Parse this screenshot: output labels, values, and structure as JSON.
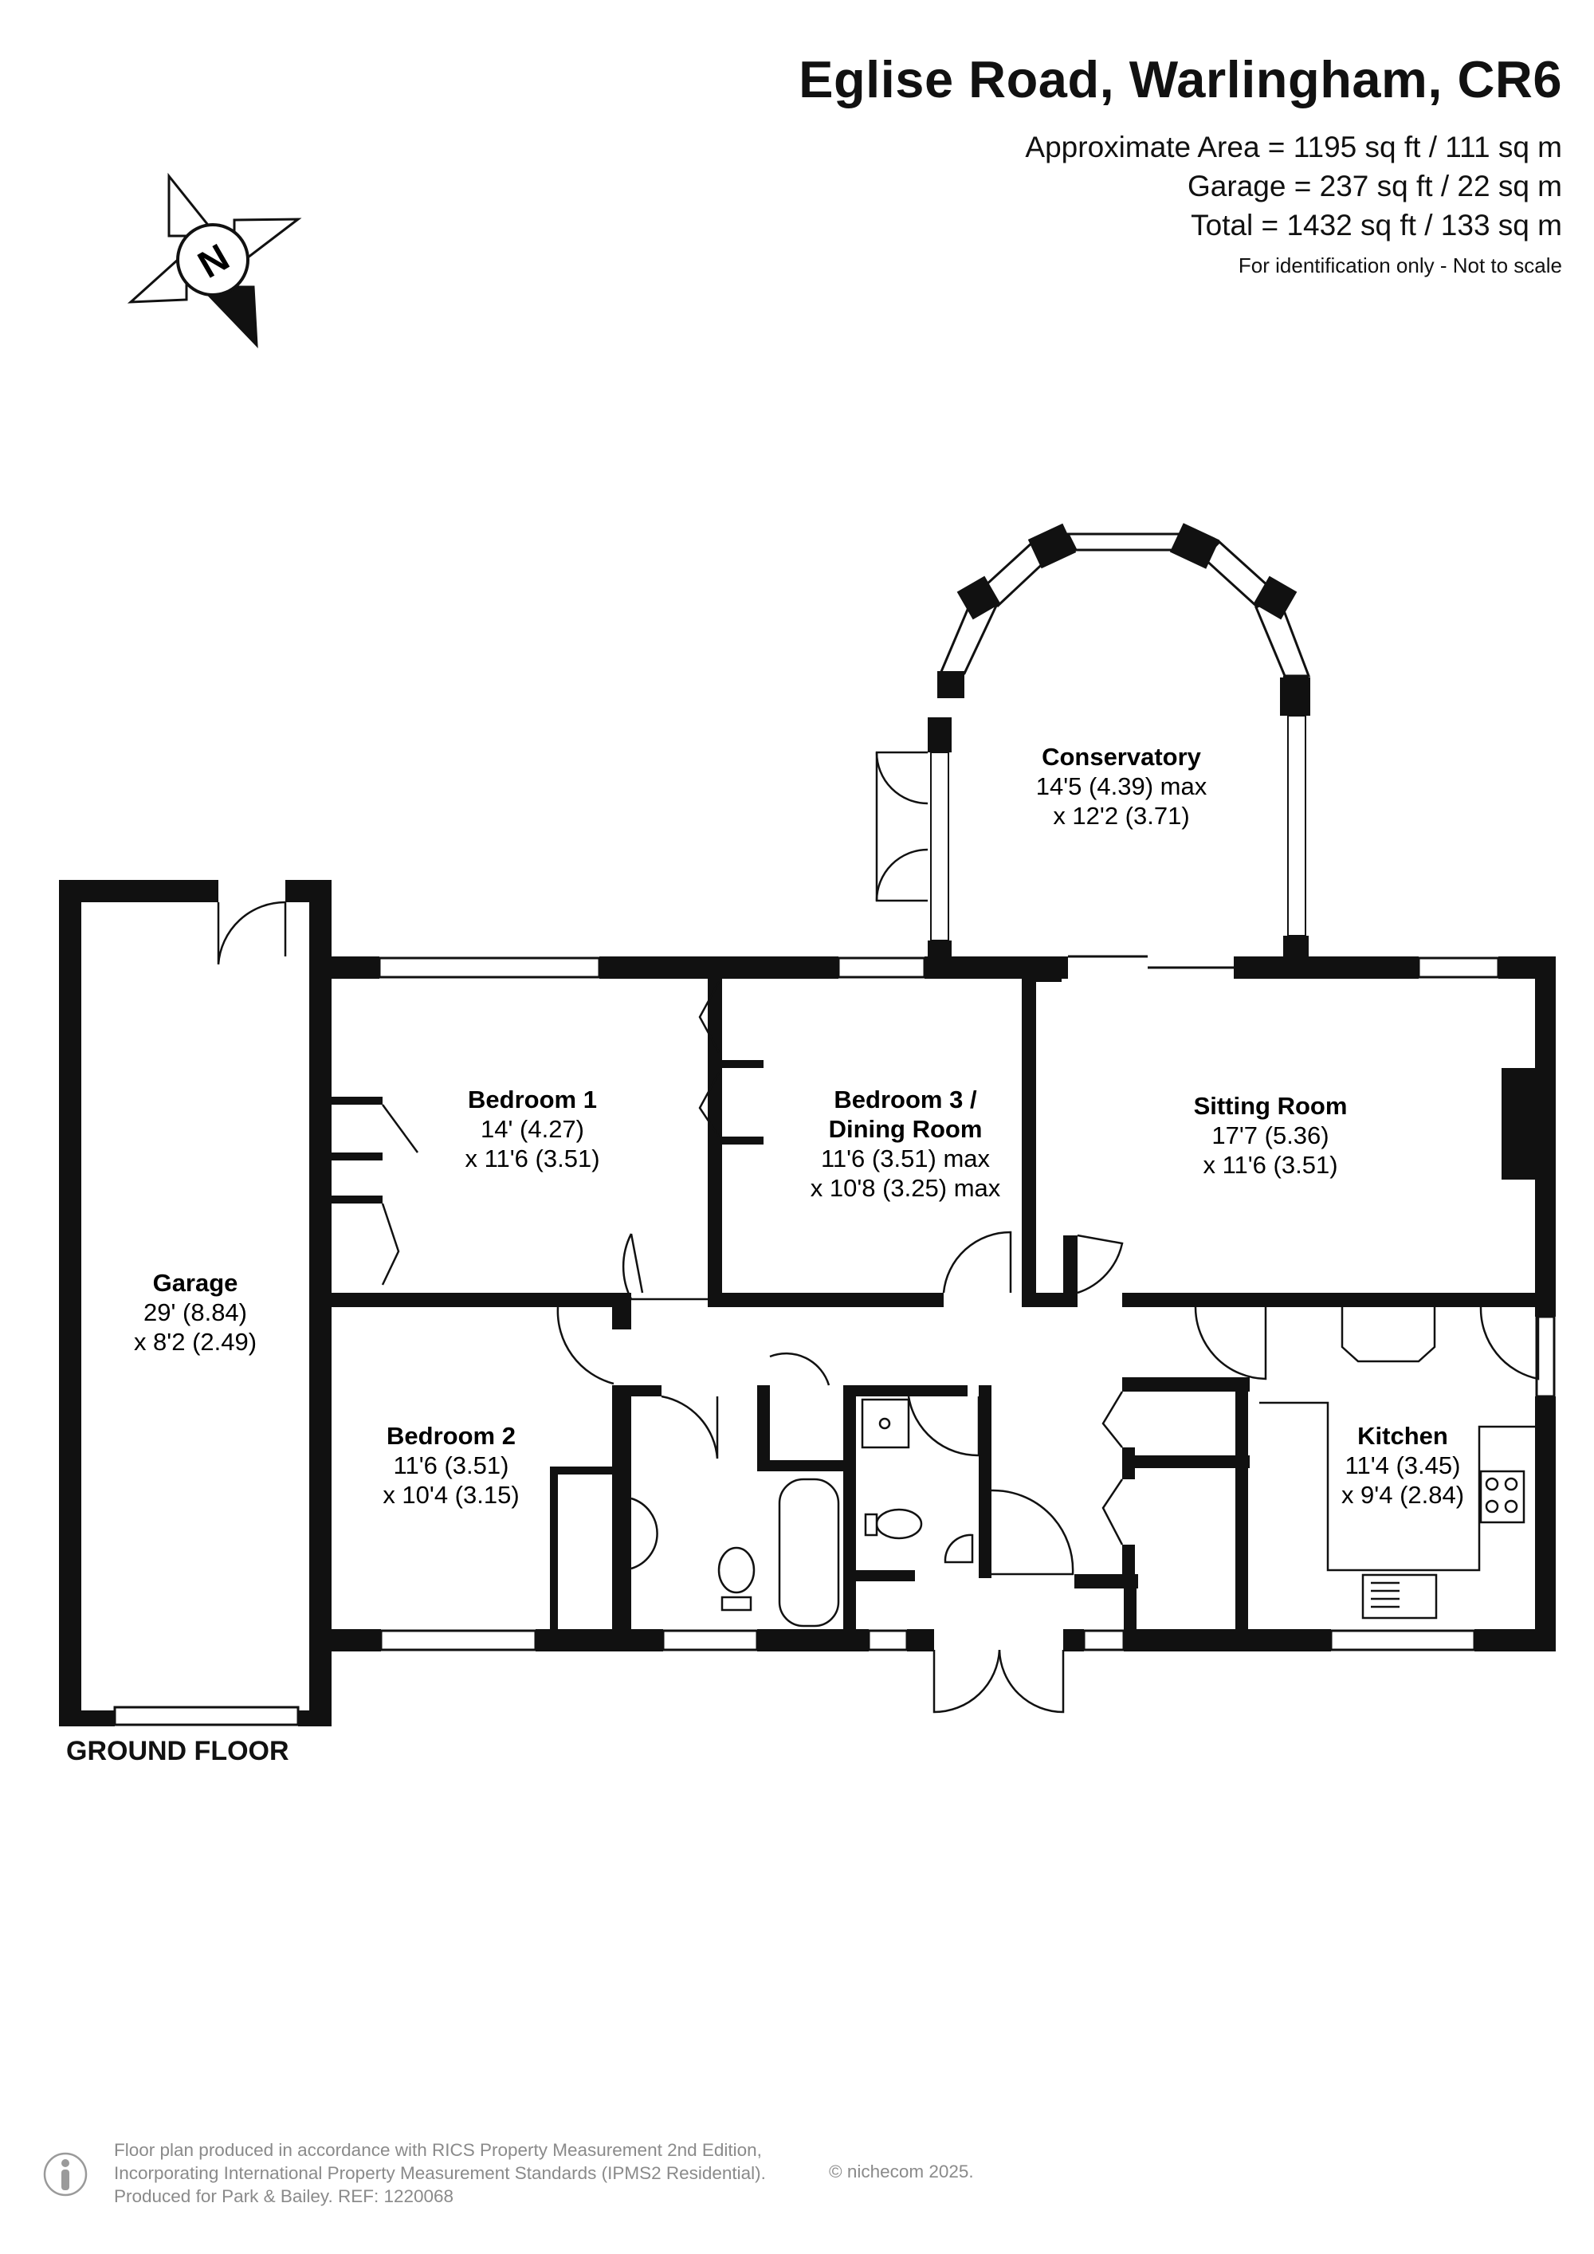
{
  "header": {
    "title": "Eglise Road, Warlingham, CR6",
    "area_lines": [
      "Approximate Area = 1195 sq ft / 111 sq m",
      "Garage = 237 sq ft / 22 sq m",
      "Total = 1432 sq ft / 133 sq m"
    ],
    "note": "For identification only - Not to scale"
  },
  "compass": {
    "label": "N"
  },
  "rooms": {
    "conservatory": {
      "name": "Conservatory",
      "dims": [
        "14'5 (4.39) max",
        "x 12'2 (3.71)"
      ]
    },
    "bedroom1": {
      "name": "Bedroom 1",
      "dims": [
        "14' (4.27)",
        "x 11'6 (3.51)"
      ]
    },
    "bedroom3": {
      "name": [
        "Bedroom 3 /",
        "Dining Room"
      ],
      "dims": [
        "11'6 (3.51) max",
        "x 10'8 (3.25) max"
      ]
    },
    "sitting": {
      "name": "Sitting Room",
      "dims": [
        "17'7 (5.36)",
        "x 11'6 (3.51)"
      ]
    },
    "garage": {
      "name": "Garage",
      "dims": [
        "29' (8.84)",
        "x 8'2 (2.49)"
      ]
    },
    "bedroom2": {
      "name": "Bedroom 2",
      "dims": [
        "11'6 (3.51)",
        "x 10'4 (3.15)"
      ]
    },
    "kitchen": {
      "name": "Kitchen",
      "dims": [
        "11'4 (3.45)",
        "x 9'4 (2.84)"
      ]
    }
  },
  "floor_label": "GROUND FLOOR",
  "footer": {
    "lines": [
      "Floor plan produced in accordance with RICS Property Measurement 2nd Edition,",
      "Incorporating International Property Measurement Standards (IPMS2 Residential).",
      "Produced for Park & Bailey.   REF: 1220068"
    ],
    "copyright": "© nichecom 2025."
  }
}
